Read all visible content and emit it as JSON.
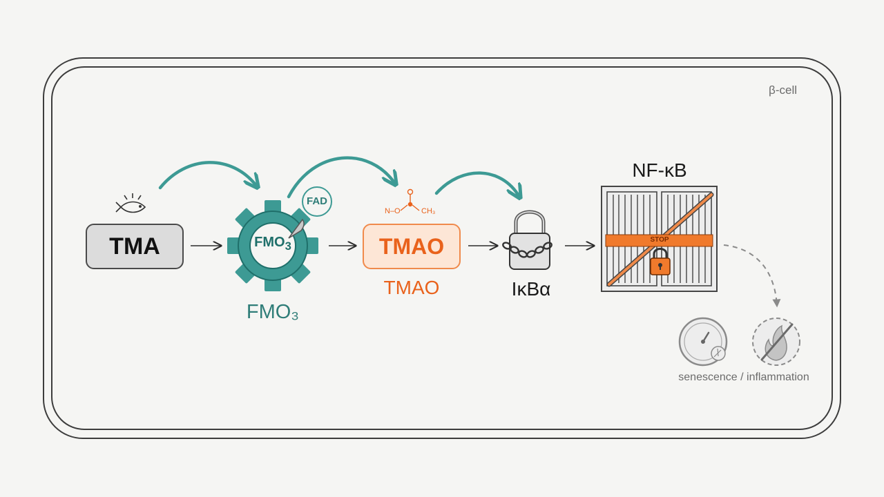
{
  "cell": {
    "label": "β-cell"
  },
  "nodes": {
    "tma": {
      "label": "TMA"
    },
    "fmo3": {
      "gear_text": "FMO",
      "gear_sub": "3",
      "label": "FMO₃",
      "cofactor": "FAD"
    },
    "tmao": {
      "box_label": "TMAO",
      "label": "TMAO",
      "molecule_n": "N–O",
      "molecule_ch3": "CH₃"
    },
    "ikba": {
      "label": "IκBα"
    },
    "nfkb": {
      "label": "NF-κB",
      "stop_text": "STOP"
    },
    "outcome": {
      "label": "senescence / inflammation"
    }
  },
  "colors": {
    "teal": "#3d9a94",
    "teal_dark": "#1f6f6a",
    "orange": "#e9621c",
    "gray": "#4a4a4a"
  },
  "icons": [
    "fish-icon",
    "gear-icon",
    "fad-badge-icon",
    "molecule-icon",
    "padlock-chain-icon",
    "cage-icon",
    "stop-bar-icon",
    "clock-icon",
    "flame-crossed-icon"
  ]
}
